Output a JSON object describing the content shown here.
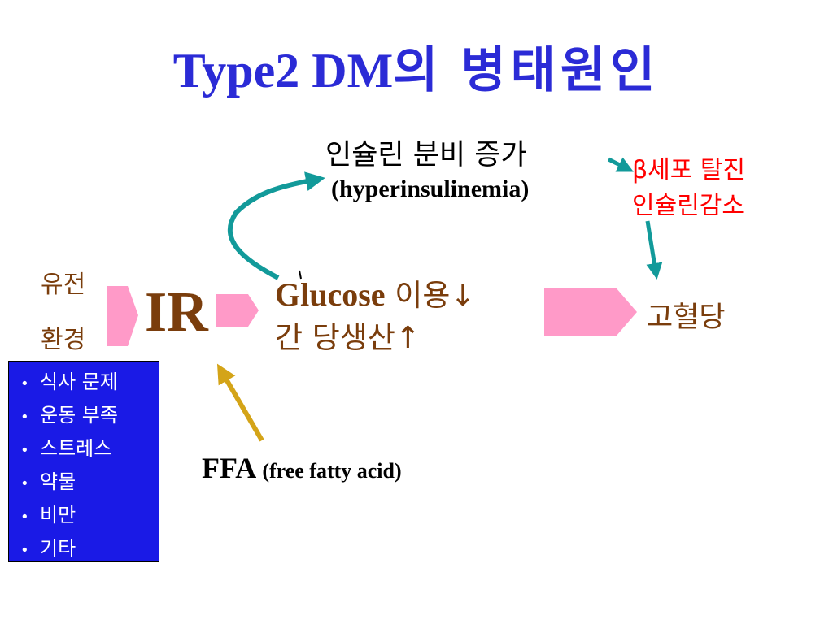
{
  "title": {
    "part1": "Type2 DM의",
    "part2": "병태원인"
  },
  "insulin": {
    "main": "인슐린 분비 증가",
    "sub": "(hyperinsulinemia)"
  },
  "beta_cell": {
    "line1": "β세포 탈진",
    "line2": "인슐린감소"
  },
  "factors": {
    "genetic": "유전",
    "environment": "환경"
  },
  "ir_label": "IR",
  "glucose": {
    "glucose_word": "Glucose",
    "usage": " 이용↓",
    "liver": "간 당생산↑"
  },
  "outcome": "고혈당",
  "ffa": {
    "main": "FFA",
    "sub": "(free fatty acid)"
  },
  "environment_items": [
    "식사 문제",
    "운동 부족",
    "스트레스",
    "약물",
    "비만",
    "기타"
  ],
  "colors": {
    "title": "#2b2bd6",
    "brown": "#7a3d0c",
    "pink": "#ff9ac8",
    "teal": "#129a9a",
    "gold": "#d4a418",
    "red": "#ff0000",
    "box": "#1a1ae6"
  }
}
